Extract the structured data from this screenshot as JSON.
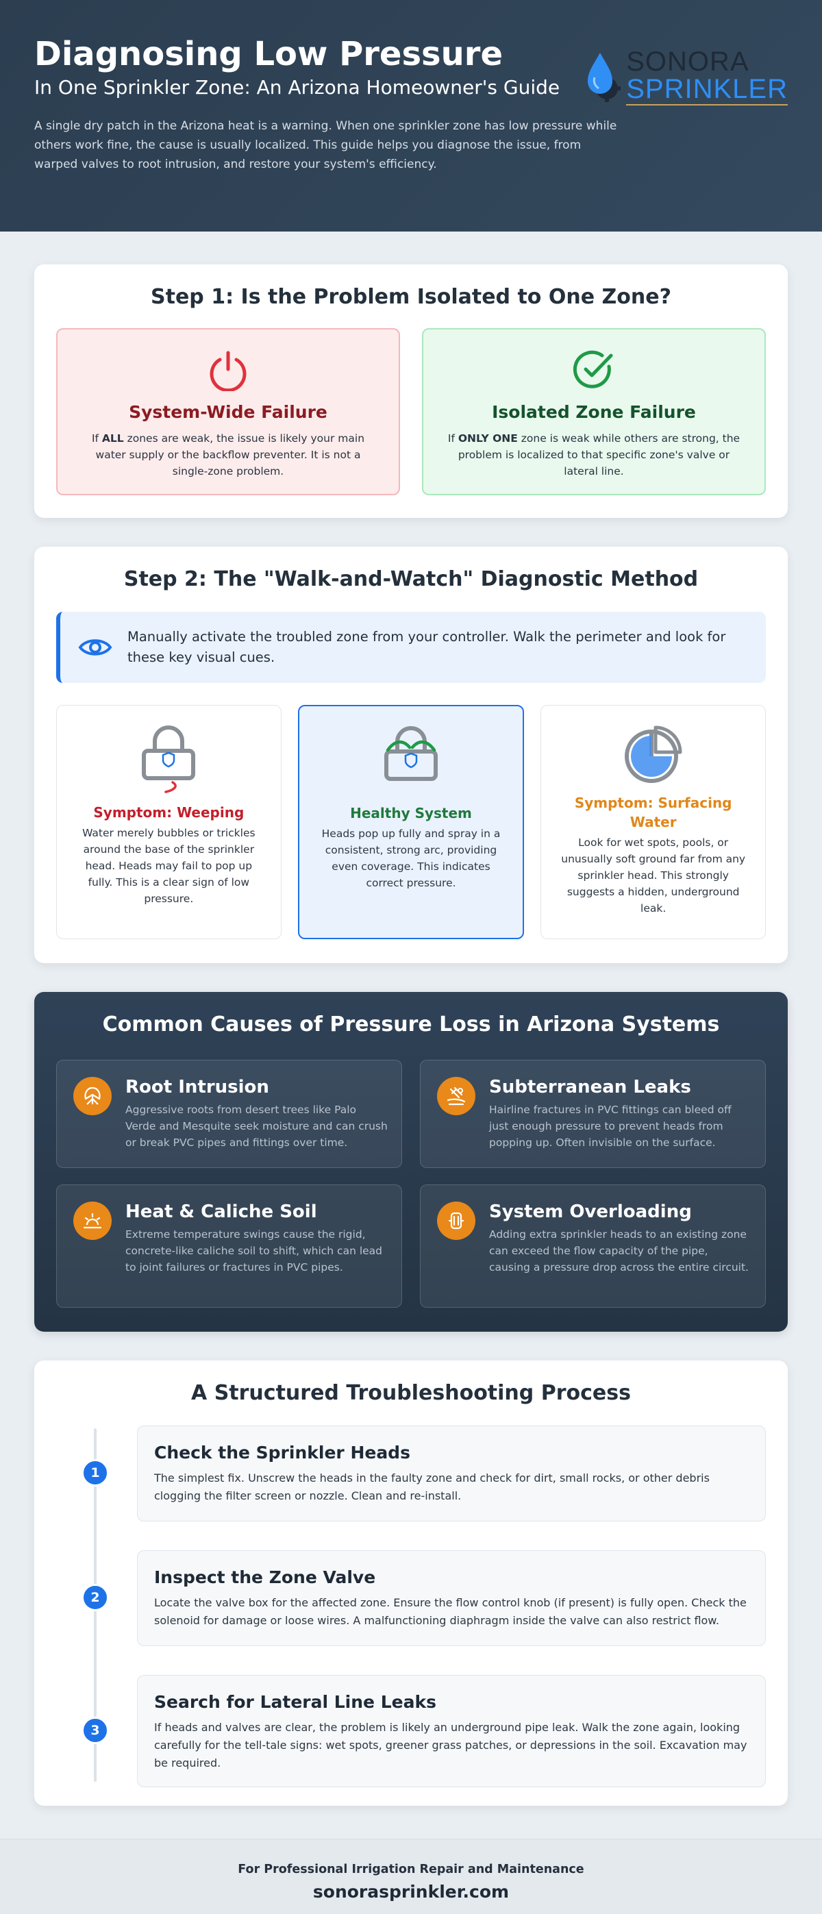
{
  "header": {
    "title": "Diagnosing Low Pressure",
    "subtitle": "In One Sprinkler Zone: An Arizona Homeowner's Guide",
    "intro": "A single dry patch in the Arizona heat is a warning. When one sprinkler zone has low pressure while others work fine, the cause is usually localized. This guide helps you diagnose the issue, from warped valves to root intrusion, and restore your system's efficiency.",
    "logo_line1": "SONORA",
    "logo_line2": "SPRINKLER"
  },
  "step1": {
    "title": "Step 1: Is the Problem Isolated to One Zone?",
    "system": {
      "icon": "power-icon",
      "title": "System-Wide Failure",
      "text_pre": "If ",
      "text_bold": "ALL",
      "text_post": " zones are weak, the issue is likely your main water supply or the backflow preventer. It is not a single-zone problem."
    },
    "isolated": {
      "icon": "check-circle-icon",
      "title": "Isolated Zone Failure",
      "text_pre": "If ",
      "text_bold": "ONLY ONE",
      "text_post": " zone is weak while others are strong, the problem is localized to that specific zone's valve or lateral line."
    }
  },
  "step2": {
    "title": "Step 2: The \"Walk-and-Watch\" Diagnostic Method",
    "callout": "Manually activate the troubled zone from your controller. Walk the perimeter and look for these key visual cues.",
    "cards": [
      {
        "icon": "sprinkler-weeping-icon",
        "title": "Symptom: Weeping",
        "text": "Water merely bubbles or trickles around the base of the sprinkler head. Heads may fail to pop up fully. This is a clear sign of low pressure."
      },
      {
        "icon": "sprinkler-healthy-icon",
        "title": "Healthy System",
        "text": "Heads pop up fully and spray in a consistent, strong arc, providing even coverage. This indicates correct pressure."
      },
      {
        "icon": "pie-chart-icon",
        "title": "Symptom: Surfacing Water",
        "text": "Look for wet spots, pools, or unusually soft ground far from any sprinkler head. This strongly suggests a hidden, underground leak."
      }
    ]
  },
  "causes": {
    "title": "Common Causes of Pressure Loss in Arizona Systems",
    "items": [
      {
        "icon": "root-icon",
        "title": "Root Intrusion",
        "text": "Aggressive roots from desert trees like Palo Verde and Mesquite seek moisture and can crush or break PVC pipes and fittings over time."
      },
      {
        "icon": "leak-icon",
        "title": "Subterranean Leaks",
        "text": "Hairline fractures in PVC fittings can bleed off just enough pressure to prevent heads from popping up. Often invisible on the surface."
      },
      {
        "icon": "sun-heat-icon",
        "title": "Heat & Caliche Soil",
        "text": "Extreme temperature swings cause the rigid, concrete-like caliche soil to shift, which can lead to joint failures or fractures in PVC pipes."
      },
      {
        "icon": "pipe-overload-icon",
        "title": "System Overloading",
        "text": "Adding extra sprinkler heads to an existing zone can exceed the flow capacity of the pipe, causing a pressure drop across the entire circuit."
      }
    ]
  },
  "process": {
    "title": "A Structured Troubleshooting Process",
    "steps": [
      {
        "num": "1",
        "title": "Check the Sprinkler Heads",
        "text": "The simplest fix. Unscrew the heads in the faulty zone and check for dirt, small rocks, or other debris clogging the filter screen or nozzle. Clean and re-install."
      },
      {
        "num": "2",
        "title": "Inspect the Zone Valve",
        "text": "Locate the valve box for the affected zone. Ensure the flow control knob (if present) is fully open. Check the solenoid for damage or loose wires. A malfunctioning diaphragm inside the valve can also restrict flow."
      },
      {
        "num": "3",
        "title": "Search for Lateral Line Leaks",
        "text": "If heads and valves are clear, the problem is likely an underground pipe leak. Walk the zone again, looking carefully for the tell-tale signs: wet spots, greener grass patches, or depressions in the soil. Excavation may be required."
      }
    ]
  },
  "footer": {
    "line1": "For Professional Irrigation Repair and Maintenance",
    "website": "sonorasprinkler.com"
  },
  "colors": {
    "header_bg": "#2c3e50",
    "accent_blue": "#1d72e8",
    "danger_red": "#c41e2a",
    "success_green": "#1f7a3c",
    "warning_orange": "#e8891a"
  }
}
